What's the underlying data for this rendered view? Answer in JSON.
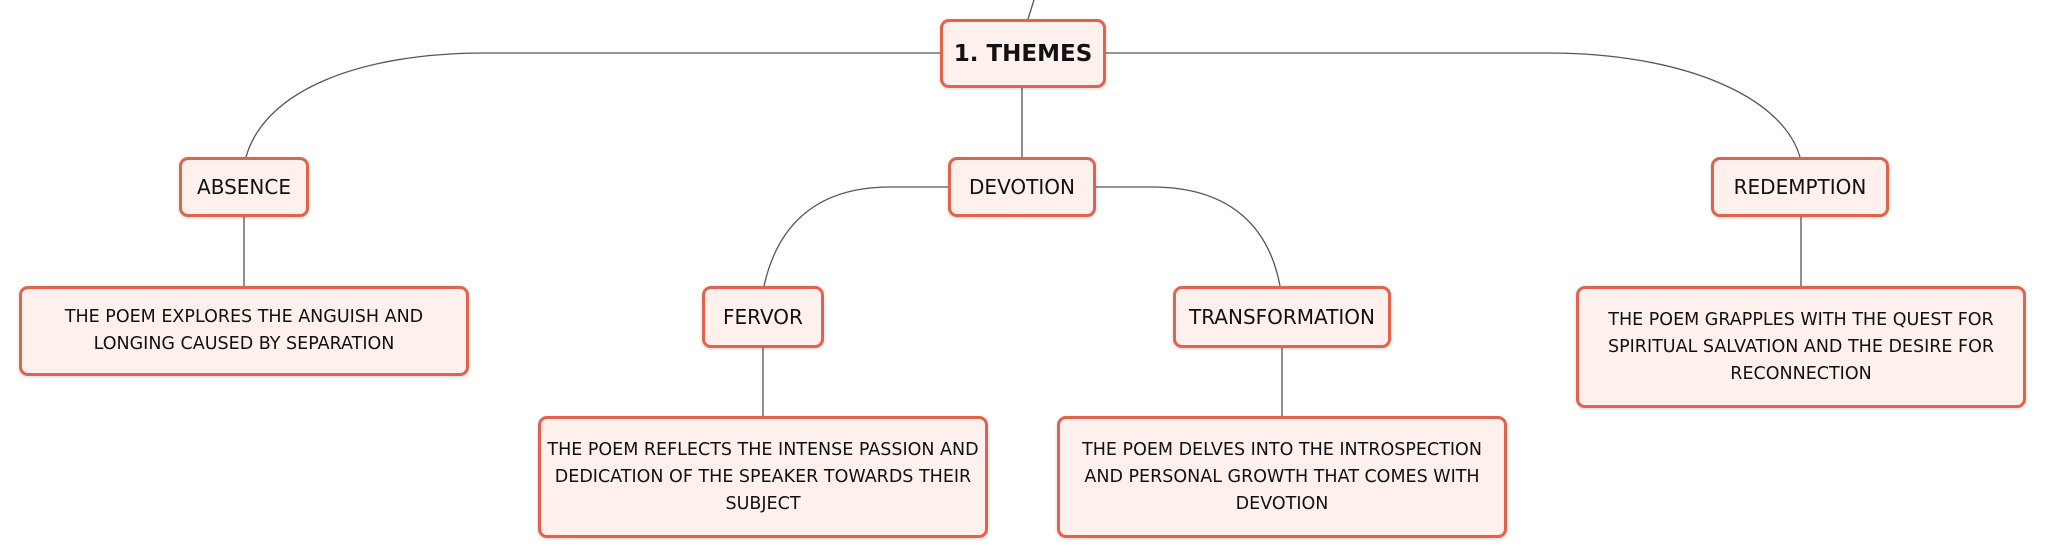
{
  "diagram": {
    "root": {
      "label": "1. THEMES"
    },
    "themes": [
      {
        "label": "ABSENCE",
        "description": "THE POEM EXPLORES THE ANGUISH AND LONGING CAUSED BY SEPARATION"
      },
      {
        "label": "DEVOTION",
        "subthemes": [
          {
            "label": "FERVOR",
            "description": "THE POEM REFLECTS THE INTENSE PASSION AND DEDICATION OF THE SPEAKER TOWARDS THEIR SUBJECT"
          },
          {
            "label": "TRANSFORMATION",
            "description": "THE POEM DELVES INTO THE INTROSPECTION AND PERSONAL GROWTH THAT COMES WITH DEVOTION"
          }
        ]
      },
      {
        "label": "REDEMPTION",
        "description": "THE POEM GRAPPLES WITH THE QUEST FOR SPIRITUAL SALVATION AND THE DESIRE FOR RECONNECTION"
      }
    ],
    "colors": {
      "node_border": "#e3624c",
      "node_fill": "#fdf0ed",
      "connector": "#555555",
      "text": "#111111"
    }
  }
}
